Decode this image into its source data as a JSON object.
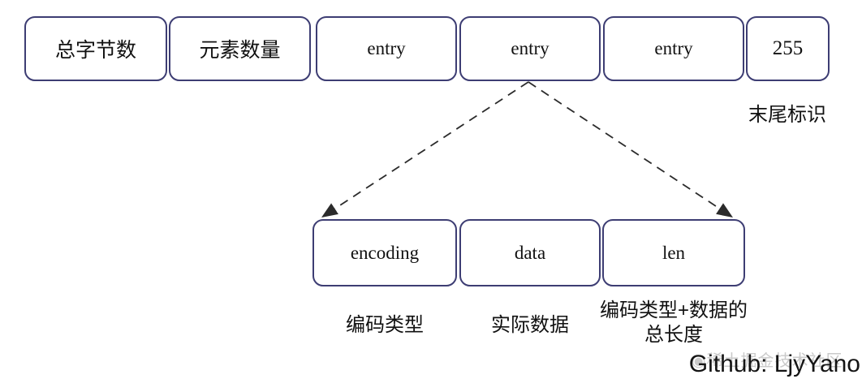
{
  "colors": {
    "box_border": "#3d3d73",
    "line": "#2b2b2b",
    "text": "#111111",
    "watermark": "#a8a8a8"
  },
  "top_row": {
    "boxes": [
      {
        "label": "总字节数"
      },
      {
        "label": "元素数量"
      },
      {
        "label": "entry"
      },
      {
        "label": "entry"
      },
      {
        "label": "entry"
      },
      {
        "label": "255"
      }
    ],
    "end_marker_label": "末尾标识"
  },
  "entry_detail": {
    "boxes": [
      {
        "label": "encoding",
        "caption": "编码类型"
      },
      {
        "label": "data",
        "caption": "实际数据"
      },
      {
        "label": "len",
        "caption_line1": "编码类型+数据的",
        "caption_line2": "总长度"
      }
    ]
  },
  "footer": {
    "credit": "Github: LjyYano",
    "watermark": "稀土掘金技术社区"
  }
}
